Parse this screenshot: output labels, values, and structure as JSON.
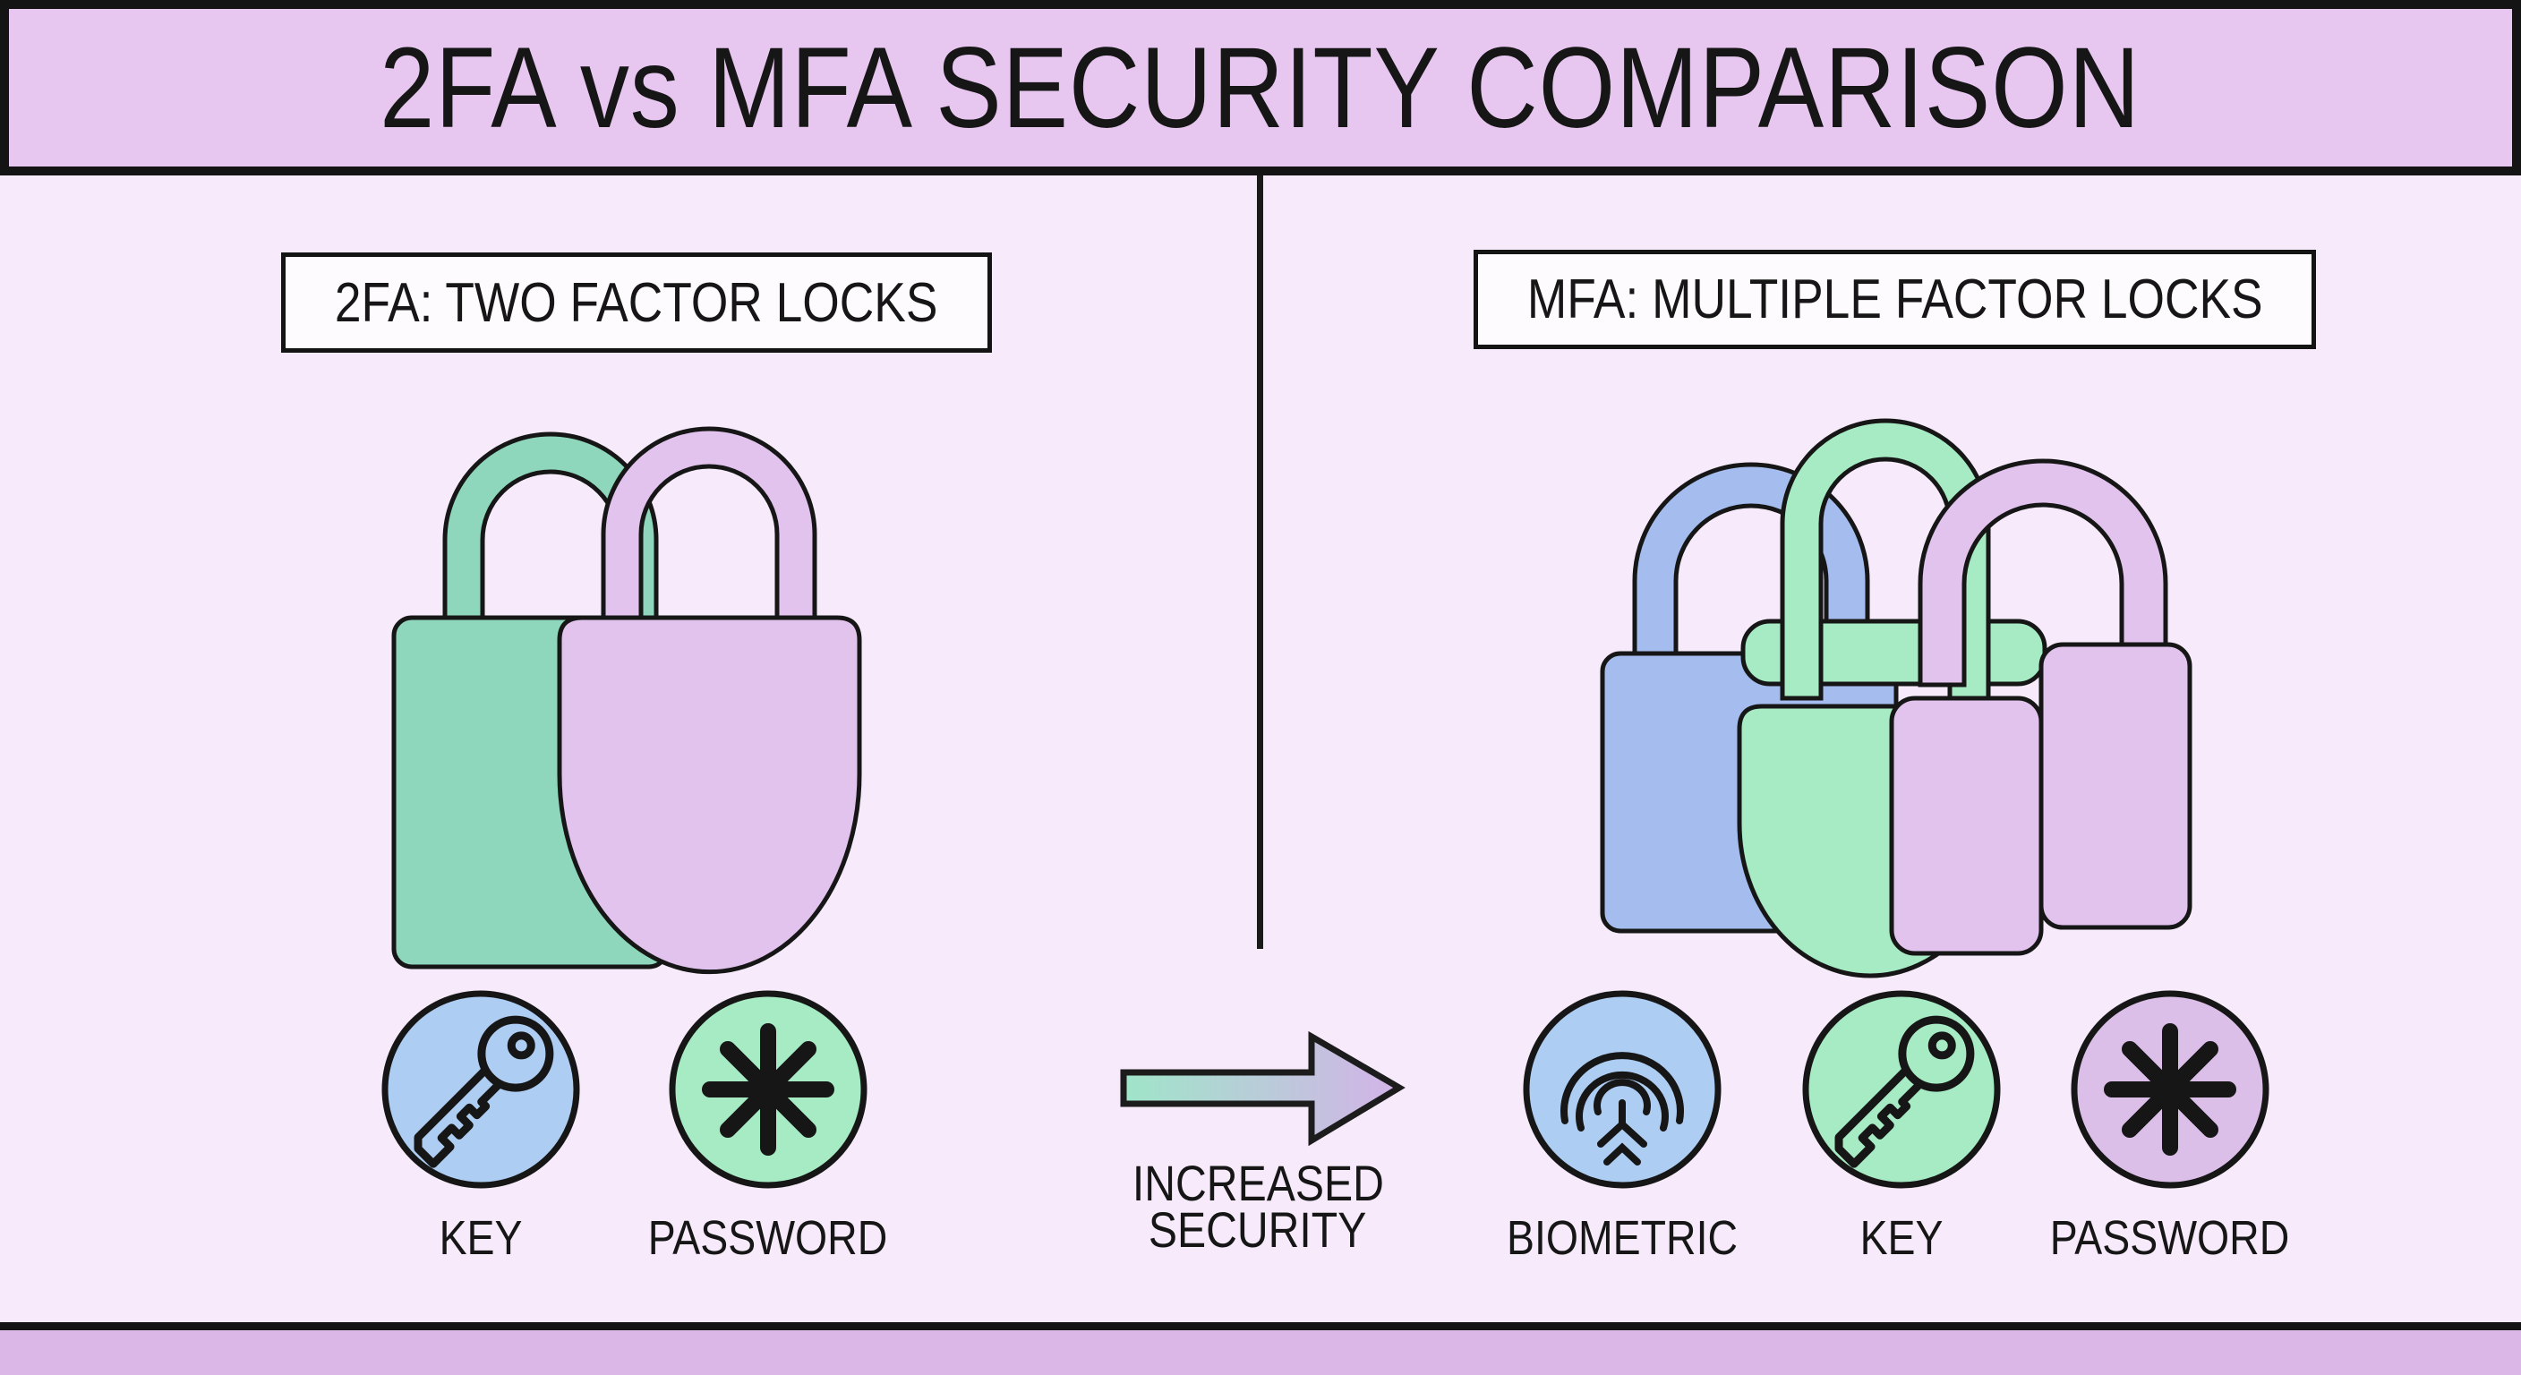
{
  "title": "2FA vs MFA SECURITY COMPARISON",
  "panels": {
    "left": {
      "label": "2FA: TWO FACTOR LOCKS",
      "locks": [
        {
          "name": "teal-padlock"
        },
        {
          "name": "lavender-padlock"
        }
      ],
      "factors": [
        {
          "label": "KEY",
          "icon": "key-icon"
        },
        {
          "label": "PASSWORD",
          "icon": "asterisk-icon"
        }
      ]
    },
    "right": {
      "label": "MFA: MULTIPLE FACTOR LOCKS",
      "locks": [
        {
          "name": "blue-padlock"
        },
        {
          "name": "mint-padlock"
        },
        {
          "name": "lavender-padlock"
        }
      ],
      "factors": [
        {
          "label": "BIOMETRIC",
          "icon": "fingerprint-icon"
        },
        {
          "label": "KEY",
          "icon": "key-icon"
        },
        {
          "label": "PASSWORD",
          "icon": "asterisk-icon"
        }
      ]
    }
  },
  "arrow": {
    "line1": "INCREASED",
    "line2": "SECURITY"
  },
  "colors": {
    "page_bg": "#f7eafa",
    "header_bg": "#e7c6f0",
    "footer_bg": "#dbb7e7",
    "outline": "#161616",
    "label_box_bg": "#fdfbfe",
    "lock_teal": "#8ed7bd",
    "lock_lavender": "#e2c3ed",
    "lock_blue": "#a4bdee",
    "lock_mint": "#a6ebc4",
    "circle_blue": "#aecdf2",
    "circle_mint": "#a6ebc4",
    "circle_lavender": "#dcbfe9",
    "arrow_start": "#9fe5c9",
    "arrow_end": "#d3b3e8"
  }
}
